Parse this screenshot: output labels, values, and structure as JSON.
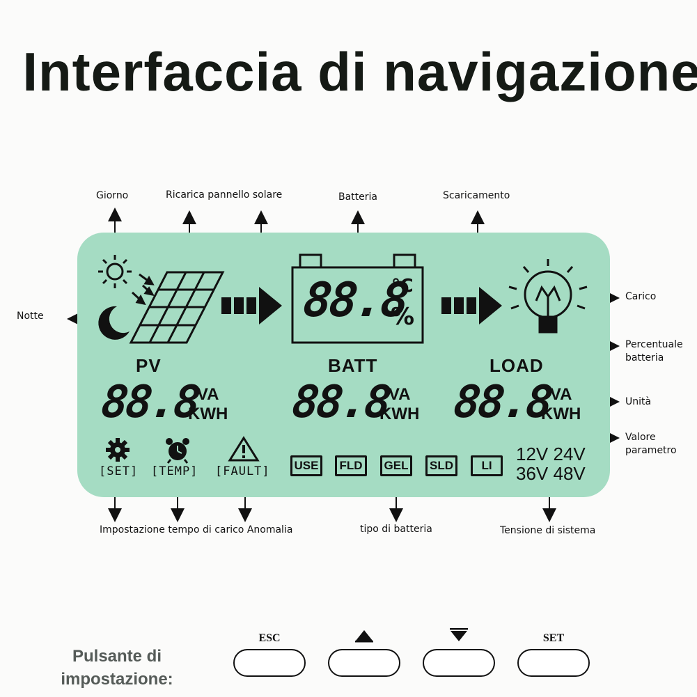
{
  "title": "Interfaccia di navigazione",
  "labels": {
    "giorno": "Giorno",
    "ricarica": "Ricarica pannello solare",
    "batteria": "Batteria",
    "scaricamento": "Scaricamento",
    "notte": "Notte",
    "carico": "Carico",
    "percentuale_1": "Percentuale",
    "percentuale_2": "batteria",
    "unita": "Unità",
    "valore_1": "Valore",
    "valore_2": "parametro",
    "impostazione": "Impostazione tempo di carico Anomalia",
    "tipo_batteria": "tipo di batteria",
    "tensione": "Tensione di sistema"
  },
  "lcd": {
    "battery_readout": "88.8",
    "celsius": "℃",
    "percent": "%",
    "sections": [
      {
        "head": "PV",
        "value": "88.8",
        "unit_top": "VA",
        "unit_bottom": "KWH"
      },
      {
        "head": "BATT",
        "value": "88.8",
        "unit_top": "VA",
        "unit_bottom": "KWH"
      },
      {
        "head": "LOAD",
        "value": "88.8",
        "unit_top": "VA",
        "unit_bottom": "KWH"
      }
    ],
    "status": [
      "[SET]",
      "[TEMP]",
      "[FAULT]"
    ],
    "battery_types": [
      "USE",
      "FLD",
      "GEL",
      "SLD",
      "LI"
    ],
    "voltages": [
      "12V",
      "24V",
      "36V",
      "48V"
    ]
  },
  "footer": {
    "label_1": "Pulsante di",
    "label_2": "impostazione:",
    "buttons": [
      {
        "caption": "ESC",
        "icon": "text"
      },
      {
        "caption": "",
        "icon": "triangle-up-icon"
      },
      {
        "caption": "",
        "icon": "triangle-down-icon"
      },
      {
        "caption": "SET",
        "icon": "text"
      }
    ]
  }
}
